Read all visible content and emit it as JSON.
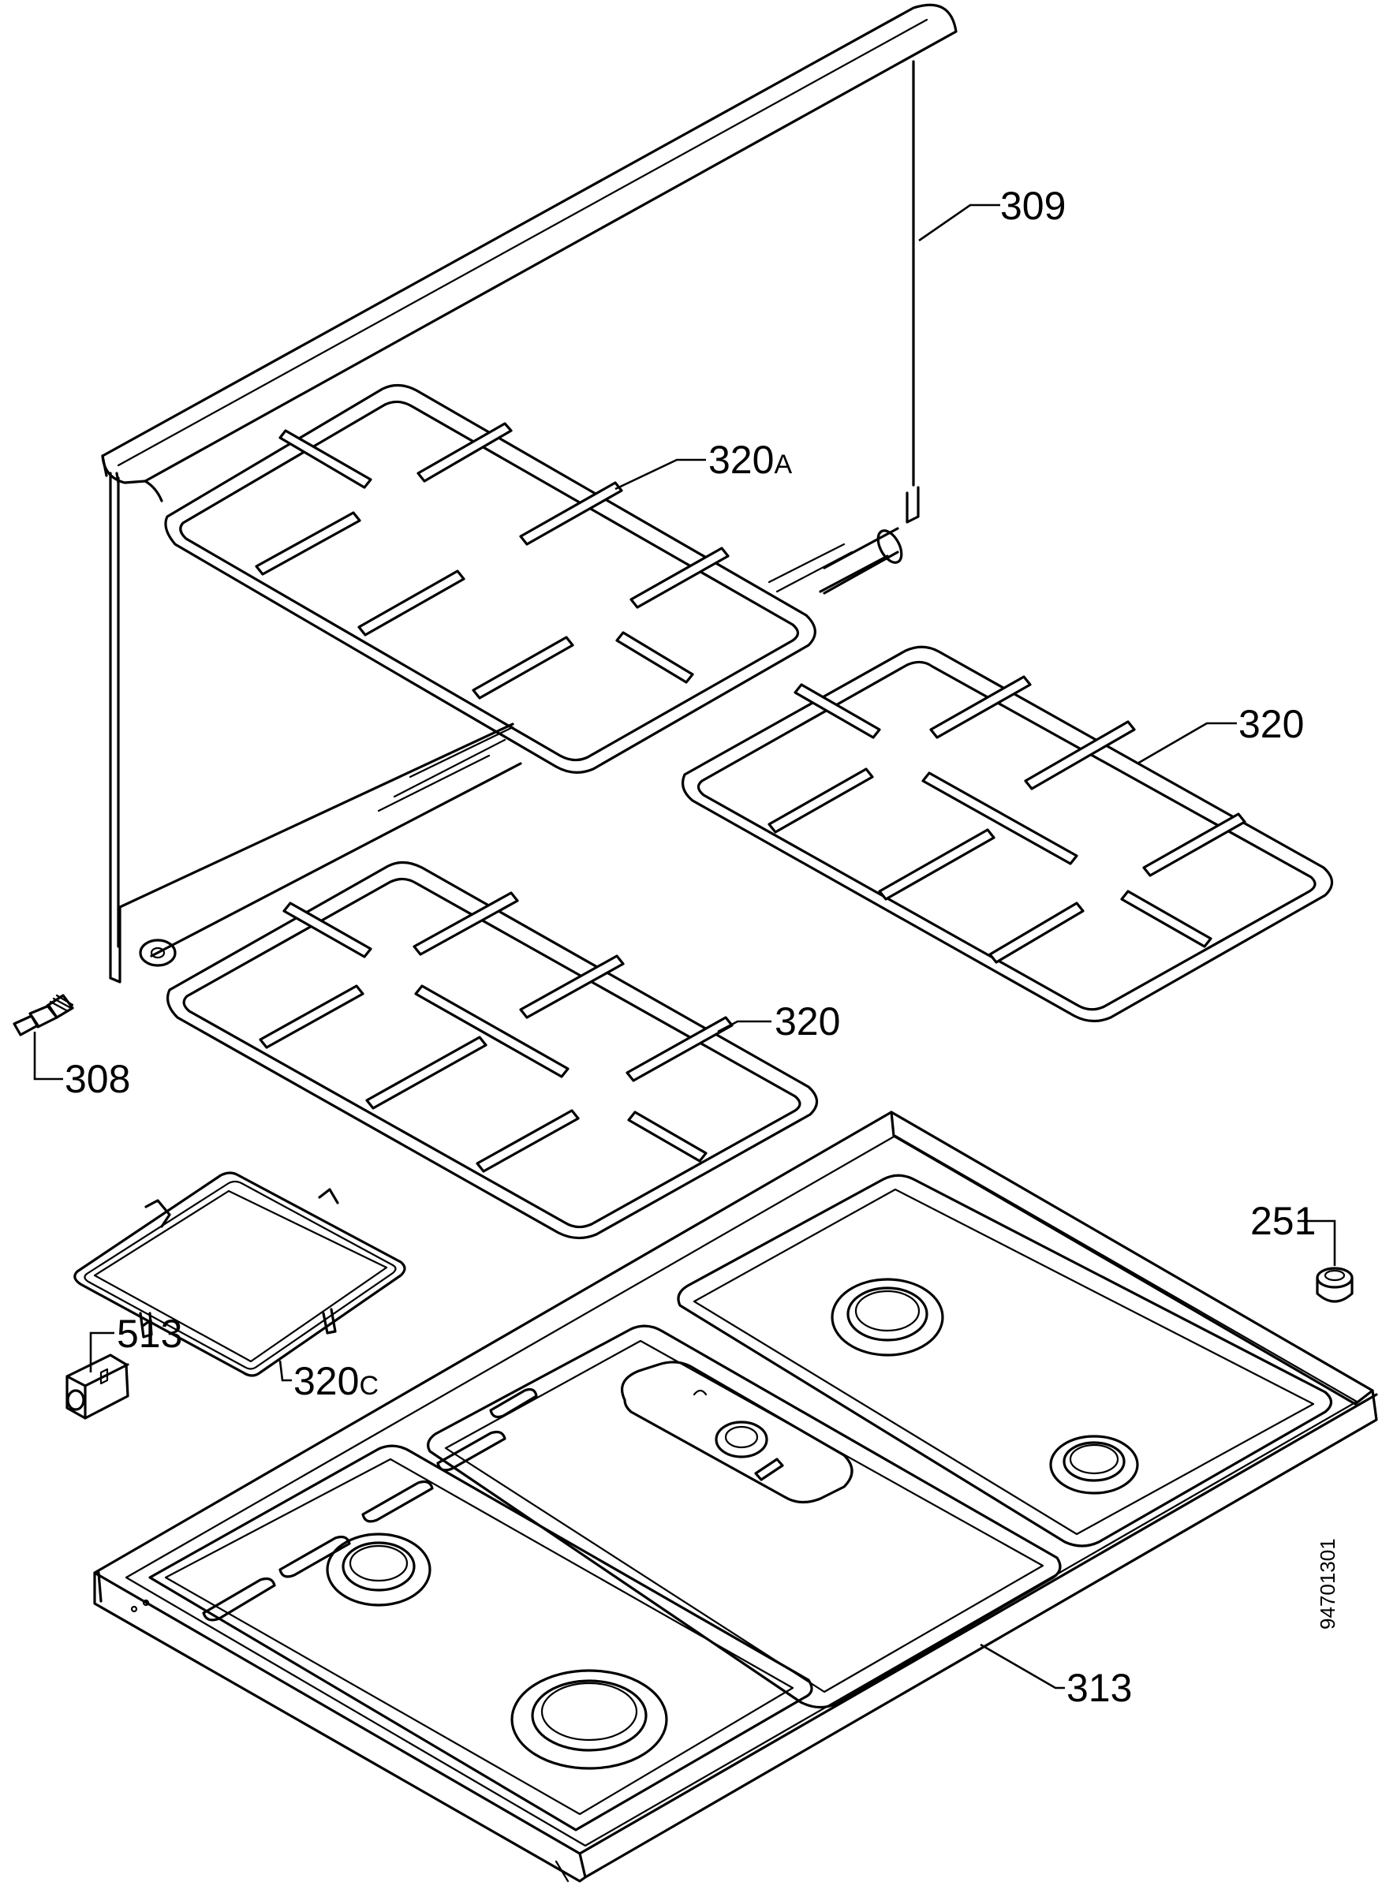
{
  "diagram": {
    "labels": {
      "p309": "309",
      "p320a_num": "320",
      "p320a_suffix": "A",
      "p320_right": "320",
      "p320_left": "320",
      "p308": "308",
      "p251": "251",
      "p320c_num": "320",
      "p320c_suffix": "C",
      "p513": "513",
      "p313": "313"
    },
    "document_number": "94701301"
  }
}
